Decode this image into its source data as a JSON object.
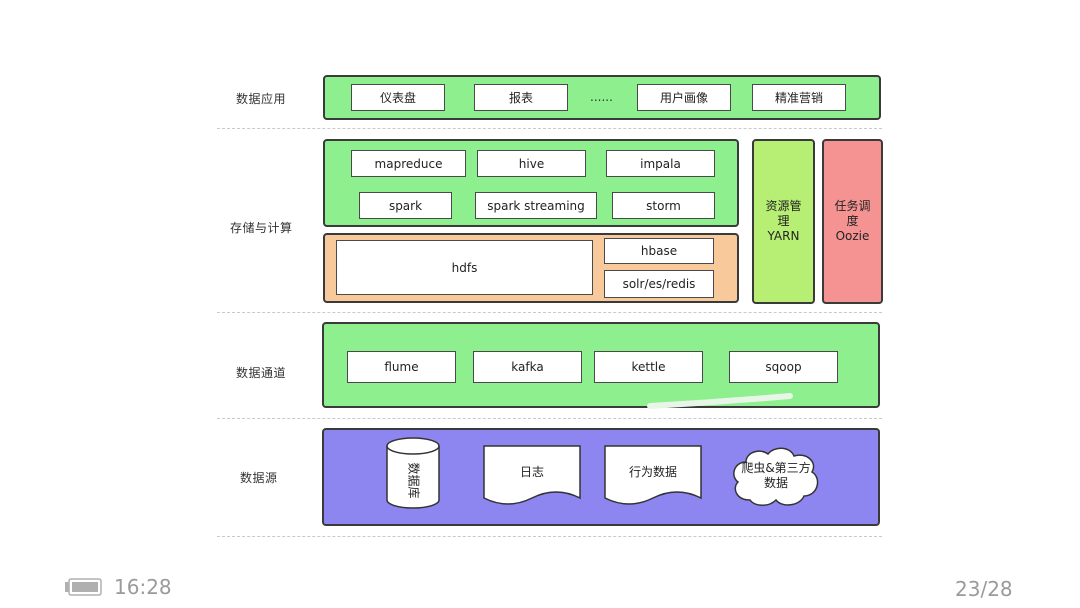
{
  "layers": {
    "application": {
      "label": "数据应用",
      "items": [
        "仪表盘",
        "报表",
        "......",
        "用户画像",
        "精准营销"
      ]
    },
    "storage_compute": {
      "label": "存储与计算",
      "compute_row1": [
        "mapreduce",
        "hive",
        "impala"
      ],
      "compute_row2": [
        "spark",
        "spark streaming",
        "storm"
      ],
      "storage": [
        "hdfs",
        "hbase",
        "solr/es/redis"
      ],
      "resource_mgmt": "资源管理 YARN",
      "scheduling": "任务调度 Oozie"
    },
    "channel": {
      "label": "数据通道",
      "items": [
        "flume",
        "kafka",
        "kettle",
        "sqoop"
      ]
    },
    "source": {
      "label": "数据源",
      "items": [
        "数据库",
        "日志",
        "行为数据",
        "爬虫&第三方数据"
      ]
    }
  },
  "footer": {
    "time": "16:28",
    "page": "23/28"
  },
  "colors": {
    "green": "#8eef8e",
    "orange": "#f8c99a",
    "lime": "#b7ef74",
    "red": "#f59393",
    "purple": "#8d86f1"
  }
}
